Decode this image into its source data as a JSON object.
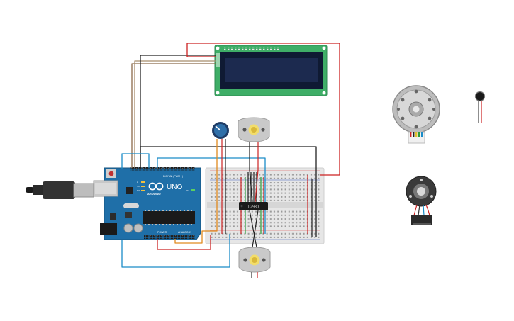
{
  "arduino": {
    "brand_text": "UNO",
    "logo_text": "ARDUINO",
    "digital_label": "DIGITAL (PWM ~)",
    "power_label": "POWER",
    "analog_label": "ANALOG IN",
    "tx_label": "TX",
    "rx_label": "RX",
    "l_label": "L",
    "on_label": "ON"
  },
  "driver_chip": {
    "label": "L293D"
  },
  "colors": {
    "wire_red": "#cc2222",
    "wire_black": "#222222",
    "wire_blue": "#1a8cc8",
    "wire_orange": "#e08a1e",
    "wire_brown": "#8b6a4a",
    "wire_green": "#2a9a3a",
    "board_blue": "#1f6fa8",
    "lcd_green": "#3fae67",
    "lcd_screen": "#1c2a4f",
    "breadboard": "#e8e8e8"
  },
  "components": [
    "arduino-uno",
    "usb-cable",
    "lcd-16x2",
    "breadboard",
    "potentiometer",
    "dc-motor-top",
    "dc-motor-bottom",
    "motor-driver-ic",
    "gear-motor-encoder",
    "rotary-encoder",
    "vibration-motor"
  ]
}
